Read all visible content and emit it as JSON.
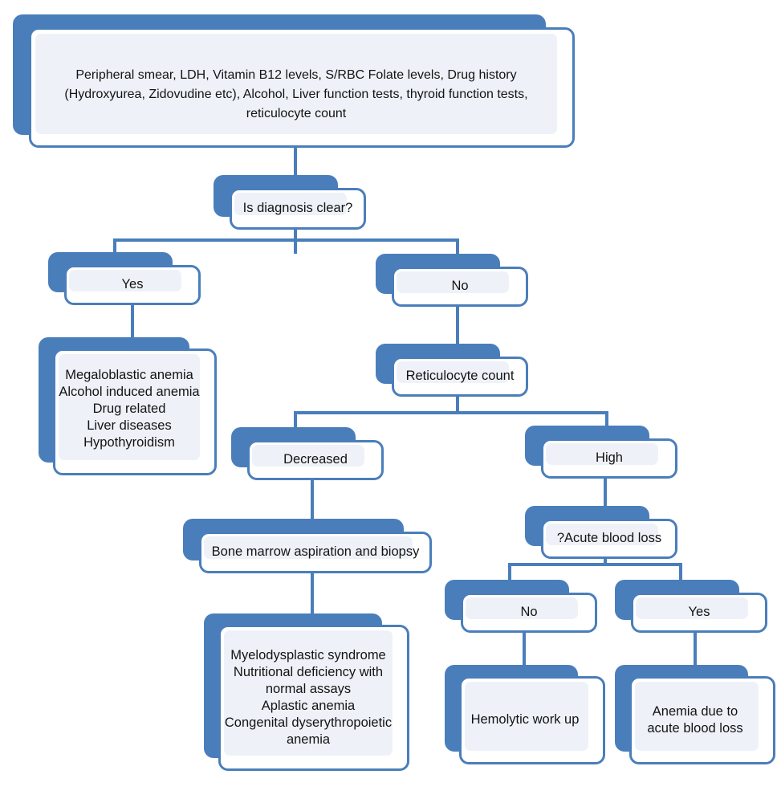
{
  "diagram": {
    "title": "Macrocytic anemia diagnostic workup flowchart",
    "colors": {
      "accent_blue": "#4a7ebb",
      "box_fill": "#eef2f8",
      "frame_white": "#ffffff",
      "text": "#131313",
      "background": "#ffffff"
    },
    "nodes": [
      {
        "id": "initial-workup",
        "text": "Peripheral smear, LDH, Vitamin B12 levels, S/RBC Folate levels, Drug history (Hydroxyurea, Zidovudine etc), Alcohol, Liver function tests, thyroid function tests, reticulocyte count"
      },
      {
        "id": "is-diagnosis-clear",
        "text": "Is diagnosis clear?"
      },
      {
        "id": "yes-diagnosis",
        "text": "Yes"
      },
      {
        "id": "no-diagnosis",
        "text": "No"
      },
      {
        "id": "clear-diagnoses",
        "text": "Megaloblastic anemia\nAlcohol induced anemia\nDrug related\nLiver diseases\nHypothyroidism"
      },
      {
        "id": "reticulocyte-count",
        "text": "Reticulocyte count"
      },
      {
        "id": "retic-decreased",
        "text": "Decreased"
      },
      {
        "id": "retic-high",
        "text": "High"
      },
      {
        "id": "bone-marrow",
        "text": "Bone marrow aspiration and biopsy"
      },
      {
        "id": "acute-blood-loss-question",
        "text": "?Acute blood loss"
      },
      {
        "id": "abl-no",
        "text": "No"
      },
      {
        "id": "abl-yes",
        "text": "Yes"
      },
      {
        "id": "marrow-diagnoses",
        "text": "Myelodysplastic syndrome\nNutritional deficiency with normal assays\nAplastic anemia\nCongenital dyserythropoietic anemia"
      },
      {
        "id": "hemolytic-work-up",
        "text": "Hemolytic work up"
      },
      {
        "id": "anemia-acute-blood-loss",
        "text": "Anemia due to\nacute blood loss"
      }
    ]
  }
}
